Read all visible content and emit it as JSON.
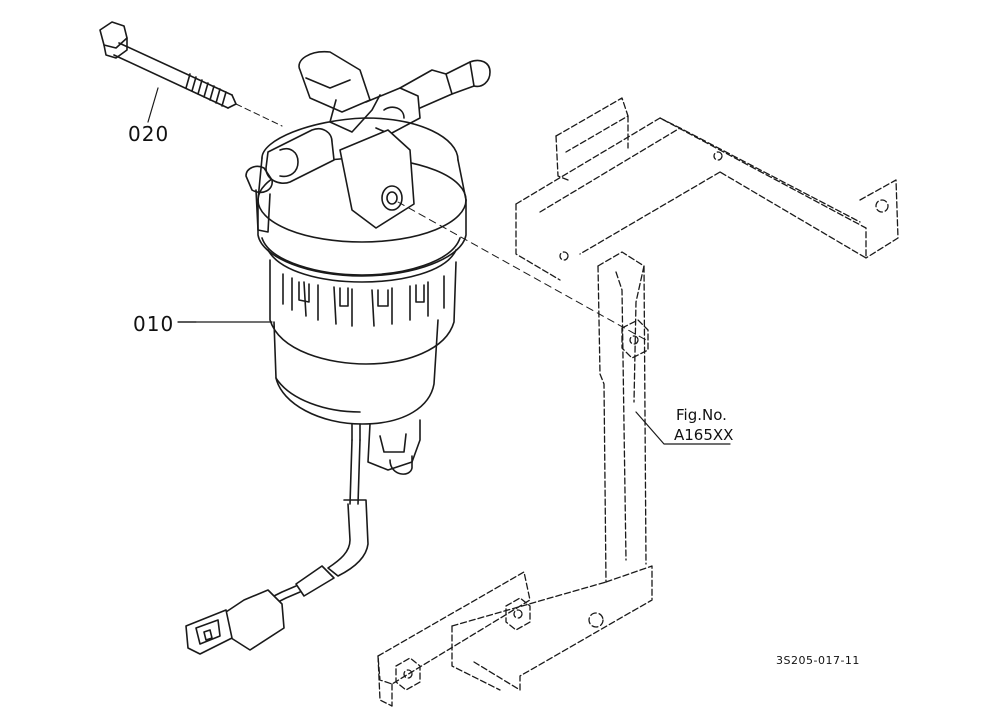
{
  "diagram": {
    "callouts": [
      {
        "id": "020",
        "text": "020"
      },
      {
        "id": "010",
        "text": "010"
      }
    ],
    "figure_ref_line1": "Fig.No.",
    "figure_ref_line2": "A165XX",
    "drawing_code": "3S205-017-11"
  },
  "colors": {
    "line": "#1a1a1a",
    "background": "#ffffff"
  }
}
